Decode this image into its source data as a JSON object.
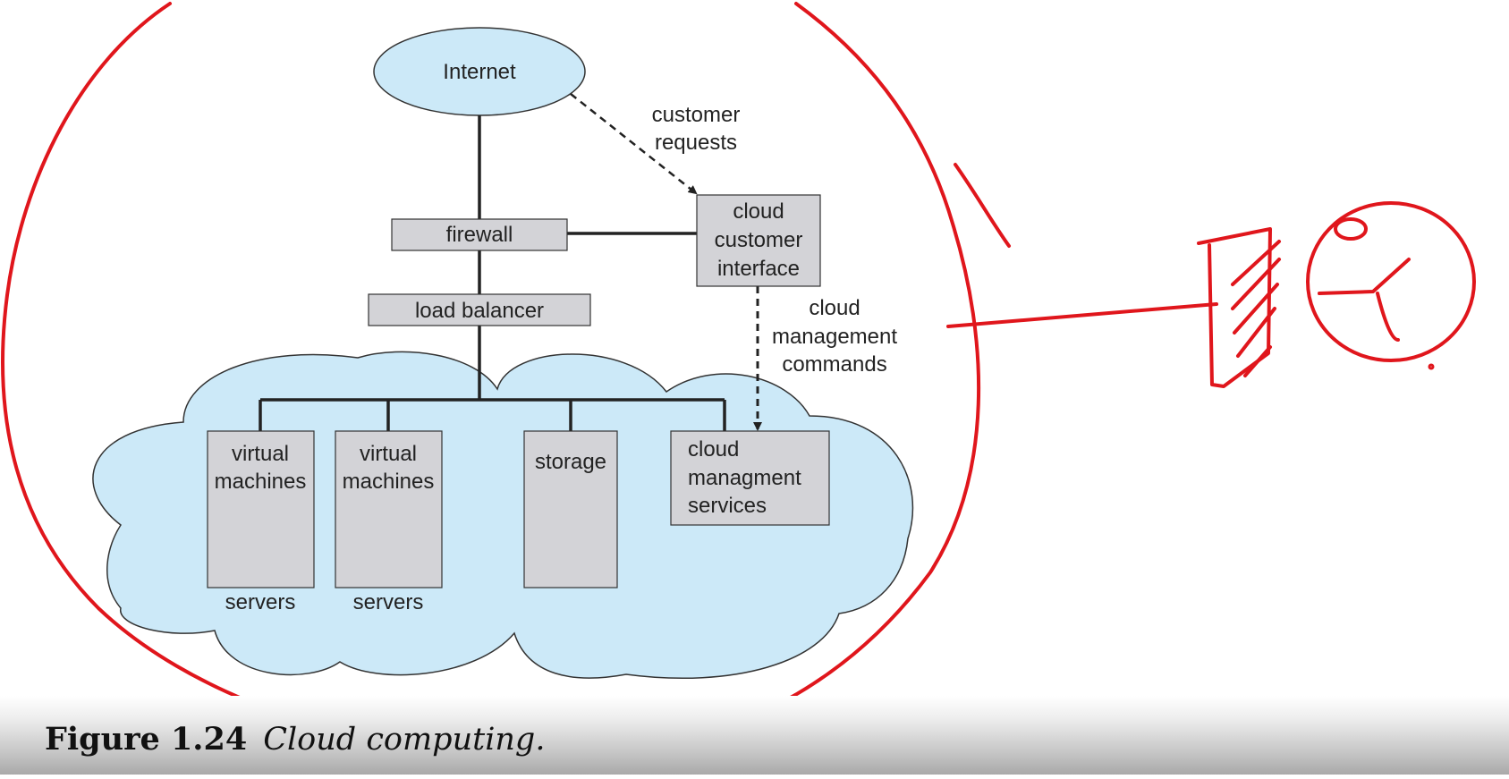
{
  "diagram": {
    "nodes": {
      "internet": "Internet",
      "firewall": "firewall",
      "load_balancer": "load balancer",
      "cloud_customer_interface": [
        "cloud",
        "customer",
        "interface"
      ],
      "vm1": [
        "virtual",
        "machines"
      ],
      "vm2": [
        "virtual",
        "machines"
      ],
      "storage": "storage",
      "cms": [
        "cloud",
        "managment",
        "services"
      ],
      "servers1": "servers",
      "servers2": "servers"
    },
    "edge_labels": {
      "customer_requests": [
        "customer",
        "requests"
      ],
      "cloud_management_commands": [
        "cloud",
        "management",
        "commands"
      ]
    }
  },
  "caption": {
    "number": "Figure 1.24",
    "title": "Cloud computing."
  },
  "colors": {
    "cloud_fill": "#cce9f8",
    "box_fill": "#d3d3d7",
    "annotation_red": "#e0161c",
    "line": "#222222"
  }
}
